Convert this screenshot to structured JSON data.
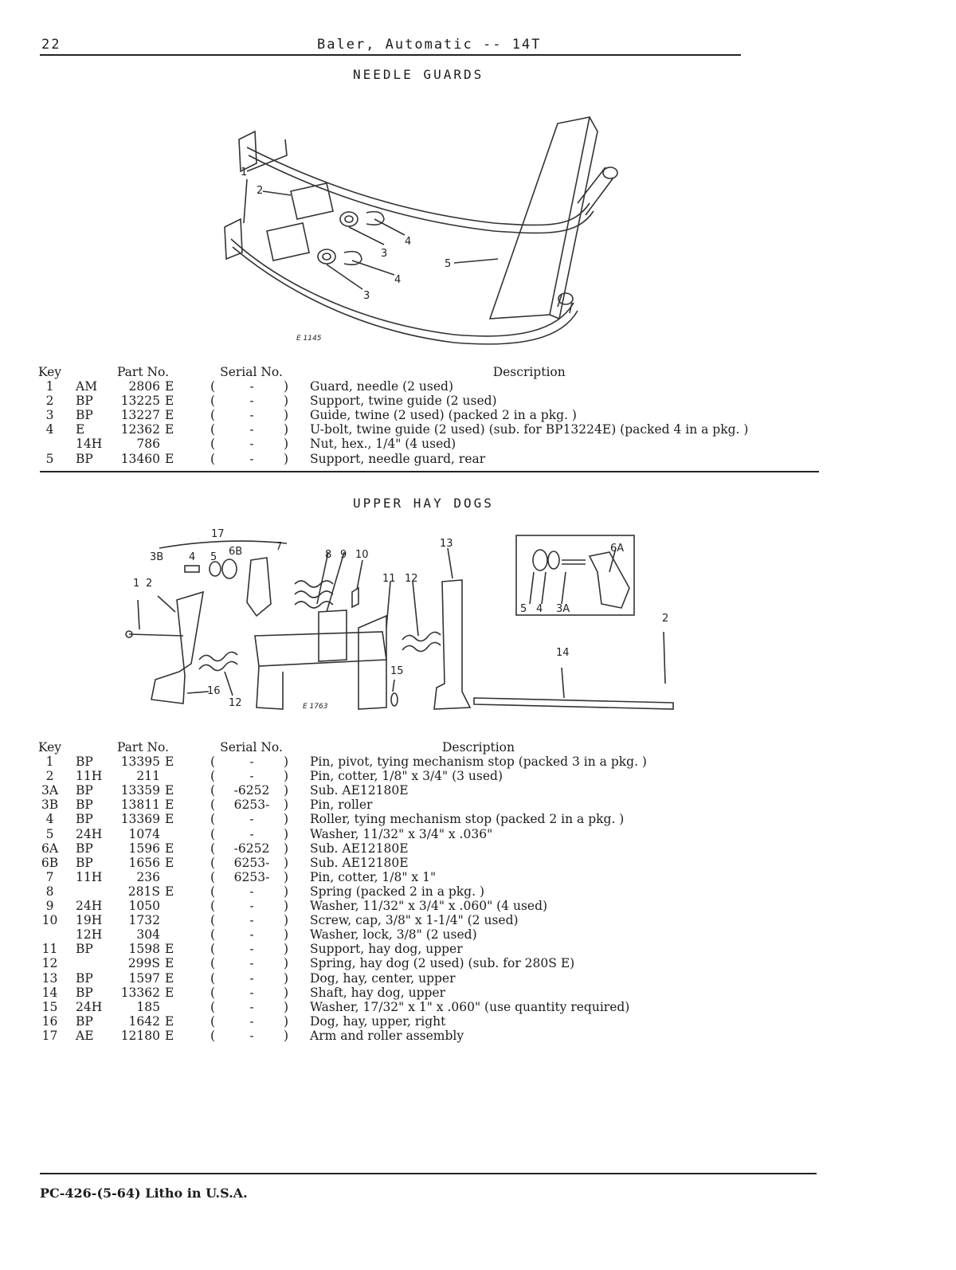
{
  "header": {
    "page_number": "22",
    "title": "Baler, Automatic -- 14T"
  },
  "needle_guards": {
    "title": "NEEDLE GUARDS",
    "figure_id": "E 1145",
    "callouts": [
      "1",
      "2",
      "3",
      "4",
      "3",
      "4",
      "5"
    ],
    "columns": {
      "key": "Key",
      "part_no": "Part No.",
      "serial_no": "Serial No.",
      "description": "Description"
    },
    "rows": [
      {
        "key": "1",
        "prefix": "AM",
        "number": "2806",
        "suffix": "E",
        "serial": "-",
        "description": "Guard, needle (2 used)"
      },
      {
        "key": "2",
        "prefix": "BP",
        "number": "13225",
        "suffix": "E",
        "serial": "-",
        "description": "Support, twine guide (2 used)"
      },
      {
        "key": "3",
        "prefix": "BP",
        "number": "13227",
        "suffix": "E",
        "serial": "-",
        "description": "Guide, twine (2 used) (packed 2 in a pkg. )"
      },
      {
        "key": "4",
        "prefix": "E",
        "number": "12362",
        "suffix": "E",
        "serial": "-",
        "description": "U-bolt, twine guide (2 used) (sub. for BP13224E) (packed 4 in a pkg. )"
      },
      {
        "key": "",
        "prefix": "14H",
        "number": "786",
        "suffix": "",
        "serial": "-",
        "description": "Nut, hex., 1/4\" (4 used)"
      },
      {
        "key": "5",
        "prefix": "BP",
        "number": "13460",
        "suffix": "E",
        "serial": "-",
        "description": "Support, needle guard, rear"
      }
    ]
  },
  "upper_hay_dogs": {
    "title": "UPPER HAY DOGS",
    "figure_id": "E 1763",
    "callouts": [
      "17",
      "3B",
      "4",
      "5",
      "6B",
      "7",
      "8",
      "9",
      "10",
      "1",
      "2",
      "11",
      "12",
      "13",
      "6A",
      "5",
      "4",
      "3A",
      "2",
      "14",
      "15",
      "16",
      "12"
    ],
    "columns": {
      "key": "Key",
      "part_no": "Part No.",
      "serial_no": "Serial No.",
      "description": "Description"
    },
    "rows": [
      {
        "key": "1",
        "prefix": "BP",
        "number": "13395",
        "suffix": "E",
        "serial": "-",
        "description": "Pin, pivot, tying mechanism stop (packed 3 in a pkg. )"
      },
      {
        "key": "2",
        "prefix": "11H",
        "number": "211",
        "suffix": "",
        "serial": "-",
        "description": "Pin, cotter, 1/8\" x 3/4\" (3 used)"
      },
      {
        "key": "3A",
        "prefix": "BP",
        "number": "13359",
        "suffix": "E",
        "serial": "-6252",
        "description": "Sub. AE12180E"
      },
      {
        "key": "3B",
        "prefix": "BP",
        "number": "13811",
        "suffix": "E",
        "serial": "6253-",
        "description": "Pin, roller"
      },
      {
        "key": "4",
        "prefix": "BP",
        "number": "13369",
        "suffix": "E",
        "serial": "-",
        "description": "Roller, tying mechanism stop (packed 2 in a pkg. )"
      },
      {
        "key": "5",
        "prefix": "24H",
        "number": "1074",
        "suffix": "",
        "serial": "-",
        "description": "Washer, 11/32\" x 3/4\" x .036\""
      },
      {
        "key": "6A",
        "prefix": "BP",
        "number": "1596",
        "suffix": "E",
        "serial": "-6252",
        "description": "Sub. AE12180E"
      },
      {
        "key": "6B",
        "prefix": "BP",
        "number": "1656",
        "suffix": "E",
        "serial": "6253-",
        "description": "Sub. AE12180E"
      },
      {
        "key": "7",
        "prefix": "11H",
        "number": "236",
        "suffix": "",
        "serial": "6253-",
        "description": "Pin, cotter, 1/8\" x 1\""
      },
      {
        "key": "8",
        "prefix": "",
        "number": "281S",
        "suffix": "E",
        "serial": "-",
        "description": "Spring (packed 2 in a pkg. )"
      },
      {
        "key": "9",
        "prefix": "24H",
        "number": "1050",
        "suffix": "",
        "serial": "-",
        "description": "Washer, 11/32\" x 3/4\" x .060\" (4 used)"
      },
      {
        "key": "10",
        "prefix": "19H",
        "number": "1732",
        "suffix": "",
        "serial": "-",
        "description": "Screw, cap, 3/8\" x 1-1/4\" (2 used)"
      },
      {
        "key": "",
        "prefix": "12H",
        "number": "304",
        "suffix": "",
        "serial": "-",
        "description": "Washer, lock, 3/8\" (2 used)"
      },
      {
        "key": "11",
        "prefix": "BP",
        "number": "1598",
        "suffix": "E",
        "serial": "-",
        "description": "Support, hay dog, upper"
      },
      {
        "key": "12",
        "prefix": "",
        "number": "299S",
        "suffix": "E",
        "serial": "-",
        "description": "Spring, hay dog (2 used) (sub. for 280S E)"
      },
      {
        "key": "13",
        "prefix": "BP",
        "number": "1597",
        "suffix": "E",
        "serial": "-",
        "description": "Dog, hay, center, upper"
      },
      {
        "key": "14",
        "prefix": "BP",
        "number": "13362",
        "suffix": "E",
        "serial": "-",
        "description": "Shaft, hay dog, upper"
      },
      {
        "key": "15",
        "prefix": "24H",
        "number": "185",
        "suffix": "",
        "serial": "-",
        "description": "Washer, 17/32\" x 1\" x .060\" (use quantity required)"
      },
      {
        "key": "16",
        "prefix": "BP",
        "number": "1642",
        "suffix": "E",
        "serial": "-",
        "description": "Dog, hay, upper, right"
      },
      {
        "key": "17",
        "prefix": "AE",
        "number": "12180",
        "suffix": "E",
        "serial": "-",
        "description": "Arm and roller assembly"
      }
    ]
  },
  "footer": {
    "text": "PC-426-(5-64)  Litho in U.S.A."
  }
}
